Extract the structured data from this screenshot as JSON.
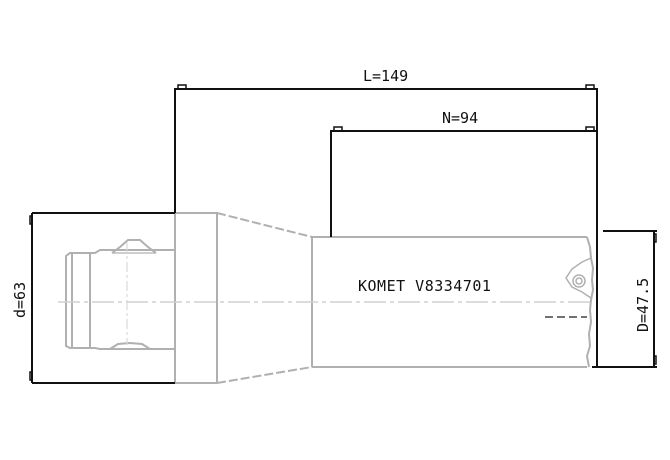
{
  "drawing": {
    "type": "technical-drawing",
    "subject": "boring bar tool holder side view",
    "colors": {
      "dimension_line": "#111111",
      "part_outline": "#b0b0b0",
      "centerline": "#d0d0d0",
      "background": "#ffffff"
    }
  },
  "dimensions": {
    "overall_length": {
      "label": "L=149"
    },
    "projection_length": {
      "label": "N=94"
    },
    "shank_diameter": {
      "label": "d=63"
    },
    "cutting_diameter": {
      "label": "D=47.5"
    }
  },
  "part_marking": {
    "text": "KOMET V8334701"
  }
}
